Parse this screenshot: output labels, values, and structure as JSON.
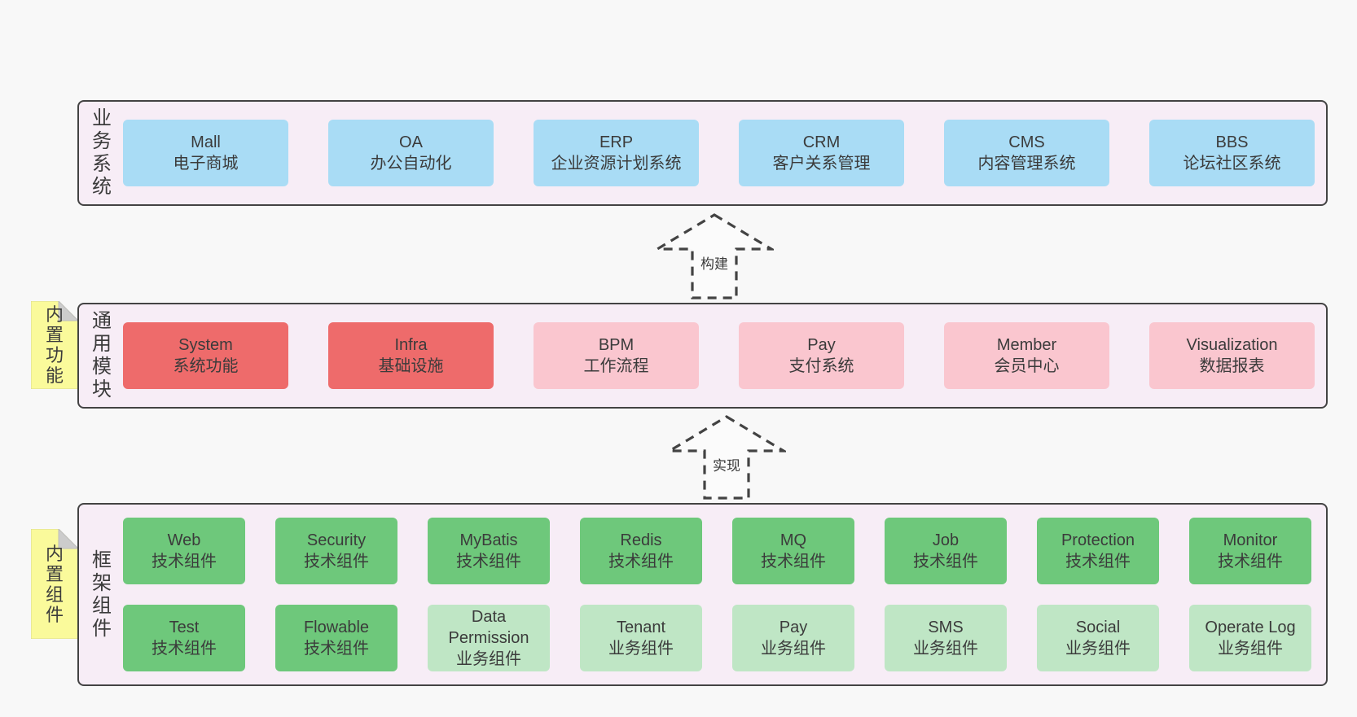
{
  "colors": {
    "page_bg": "#f8f8f8",
    "layer_bg": "#f7edf6",
    "border": "#434343",
    "text": "#3b3b3b",
    "blue": "#a9dcf5",
    "red": "#ee6b6b",
    "pink": "#fac6cf",
    "green_dark": "#6ec87b",
    "green_light": "#bfe6c5",
    "sticky": "#fafa9b",
    "sticky_fold": "#cccccc"
  },
  "layers": [
    {
      "id": "business",
      "label": "业务系统",
      "sticky": null,
      "rows": [
        [
          {
            "en": "Mall",
            "zh": "电子商城",
            "variant": "blue"
          },
          {
            "en": "OA",
            "zh": "办公自动化",
            "variant": "blue"
          },
          {
            "en": "ERP",
            "zh": "企业资源计划系统",
            "variant": "blue"
          },
          {
            "en": "CRM",
            "zh": "客户关系管理",
            "variant": "blue"
          },
          {
            "en": "CMS",
            "zh": "内容管理系统",
            "variant": "blue"
          },
          {
            "en": "BBS",
            "zh": "论坛社区系统",
            "variant": "blue"
          }
        ]
      ]
    },
    {
      "id": "modules",
      "label": "通用模块",
      "sticky": "内置功能",
      "rows": [
        [
          {
            "en": "System",
            "zh": "系统功能",
            "variant": "red"
          },
          {
            "en": "Infra",
            "zh": "基础设施",
            "variant": "red"
          },
          {
            "en": "BPM",
            "zh": "工作流程",
            "variant": "pink"
          },
          {
            "en": "Pay",
            "zh": "支付系统",
            "variant": "pink"
          },
          {
            "en": "Member",
            "zh": "会员中心",
            "variant": "pink"
          },
          {
            "en": "Visualization",
            "zh": "数据报表",
            "variant": "pink"
          }
        ]
      ]
    },
    {
      "id": "components",
      "label": "框架组件",
      "sticky": "内置组件",
      "rows": [
        [
          {
            "en": "Web",
            "zh": "技术组件",
            "variant": "green-dark"
          },
          {
            "en": "Security",
            "zh": "技术组件",
            "variant": "green-dark"
          },
          {
            "en": "MyBatis",
            "zh": "技术组件",
            "variant": "green-dark"
          },
          {
            "en": "Redis",
            "zh": "技术组件",
            "variant": "green-dark"
          },
          {
            "en": "MQ",
            "zh": "技术组件",
            "variant": "green-dark"
          },
          {
            "en": "Job",
            "zh": "技术组件",
            "variant": "green-dark"
          },
          {
            "en": "Protection",
            "zh": "技术组件",
            "variant": "green-dark"
          },
          {
            "en": "Monitor",
            "zh": "技术组件",
            "variant": "green-dark"
          }
        ],
        [
          {
            "en": "Test",
            "zh": "技术组件",
            "variant": "green-dark"
          },
          {
            "en": "Flowable",
            "zh": "技术组件",
            "variant": "green-dark"
          },
          {
            "en": "Data Permission",
            "zh": "业务组件",
            "variant": "green-light"
          },
          {
            "en": "Tenant",
            "zh": "业务组件",
            "variant": "green-light"
          },
          {
            "en": "Pay",
            "zh": "业务组件",
            "variant": "green-light"
          },
          {
            "en": "SMS",
            "zh": "业务组件",
            "variant": "green-light"
          },
          {
            "en": "Social",
            "zh": "业务组件",
            "variant": "green-light"
          },
          {
            "en": "Operate Log",
            "zh": "业务组件",
            "variant": "green-light"
          }
        ]
      ]
    }
  ],
  "arrows": [
    {
      "label": "构建"
    },
    {
      "label": "实现"
    }
  ]
}
